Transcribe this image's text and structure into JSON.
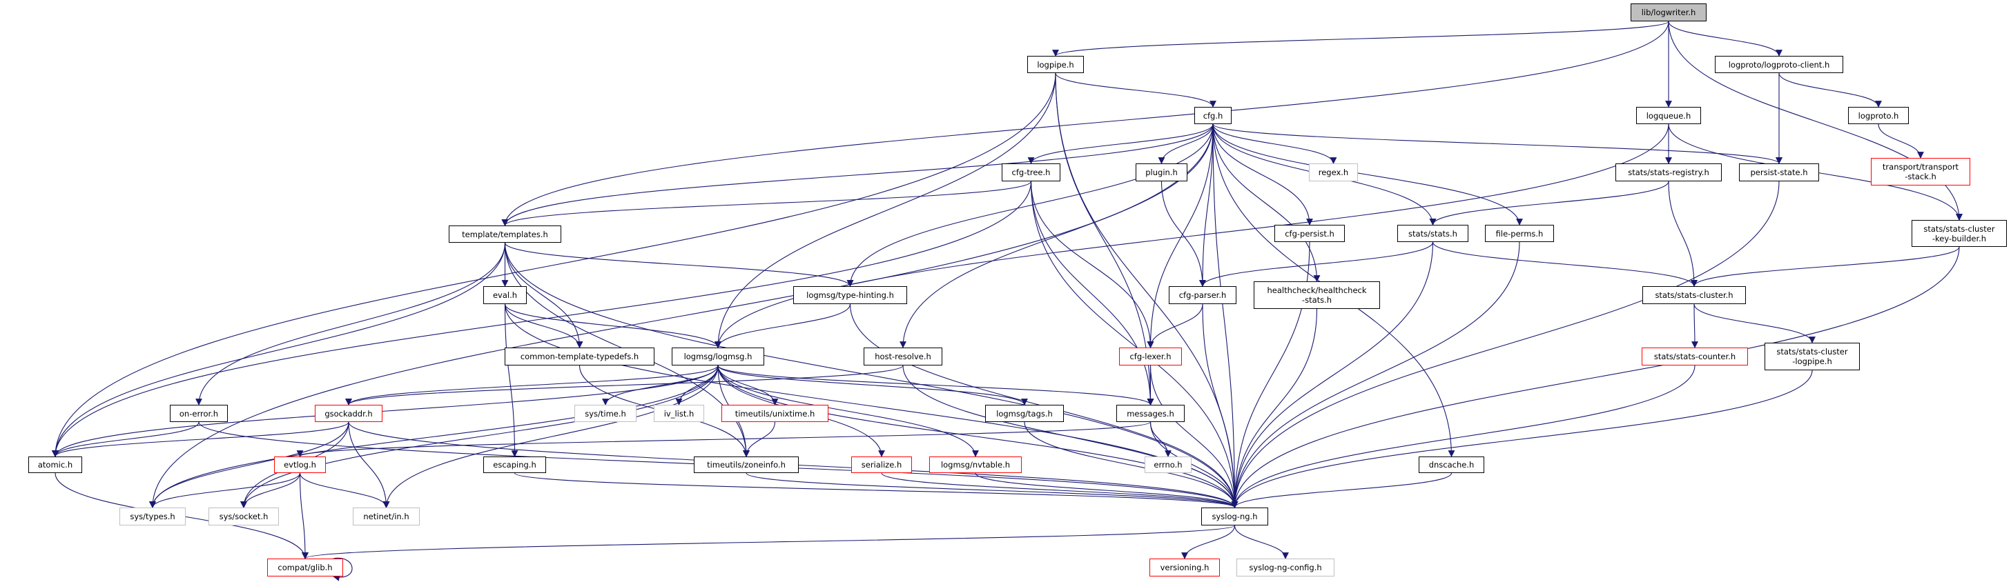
{
  "edge_color": "#191970",
  "colors": {
    "normal_border": "#000000",
    "incomplete_border": "#ff0000",
    "external_border": "#bfbfbf",
    "root_fill": "#bfbfbf"
  },
  "nodes": [
    {
      "id": "logwriter",
      "label": "lib/logwriter.h",
      "style": "root"
    },
    {
      "id": "logpipe",
      "label": "logpipe.h",
      "style": "normal"
    },
    {
      "id": "logproto_client",
      "label": "logproto/logproto-client.h",
      "style": "normal"
    },
    {
      "id": "cfg",
      "label": "cfg.h",
      "style": "normal"
    },
    {
      "id": "logqueue",
      "label": "logqueue.h",
      "style": "normal"
    },
    {
      "id": "logproto",
      "label": "logproto.h",
      "style": "normal"
    },
    {
      "id": "cfg_tree",
      "label": "cfg-tree.h",
      "style": "normal"
    },
    {
      "id": "plugin",
      "label": "plugin.h",
      "style": "normal"
    },
    {
      "id": "regex",
      "label": "regex.h",
      "style": "gray"
    },
    {
      "id": "stats_registry",
      "label": "stats/stats-registry.h",
      "style": "normal"
    },
    {
      "id": "persist_state",
      "label": "persist-state.h",
      "style": "normal"
    },
    {
      "id": "transport_stack",
      "label": "transport/transport\n-stack.h",
      "style": "red"
    },
    {
      "id": "templates",
      "label": "template/templates.h",
      "style": "normal"
    },
    {
      "id": "cfg_persist",
      "label": "cfg-persist.h",
      "style": "normal"
    },
    {
      "id": "stats",
      "label": "stats/stats.h",
      "style": "normal"
    },
    {
      "id": "file_perms",
      "label": "file-perms.h",
      "style": "normal"
    },
    {
      "id": "key_builder",
      "label": "stats/stats-cluster\n-key-builder.h",
      "style": "normal"
    },
    {
      "id": "eval",
      "label": "eval.h",
      "style": "normal"
    },
    {
      "id": "type_hinting",
      "label": "logmsg/type-hinting.h",
      "style": "normal"
    },
    {
      "id": "cfg_parser",
      "label": "cfg-parser.h",
      "style": "normal"
    },
    {
      "id": "healthcheck",
      "label": "healthcheck/healthcheck\n-stats.h",
      "style": "normal"
    },
    {
      "id": "stats_cluster",
      "label": "stats/stats-cluster.h",
      "style": "normal"
    },
    {
      "id": "common_typedefs",
      "label": "common-template-typedefs.h",
      "style": "normal"
    },
    {
      "id": "logmsg",
      "label": "logmsg/logmsg.h",
      "style": "normal"
    },
    {
      "id": "host_resolve",
      "label": "host-resolve.h",
      "style": "normal"
    },
    {
      "id": "cfg_lexer",
      "label": "cfg-lexer.h",
      "style": "red"
    },
    {
      "id": "stats_counter",
      "label": "stats/stats-counter.h",
      "style": "red"
    },
    {
      "id": "cluster_logpipe",
      "label": "stats/stats-cluster\n-logpipe.h",
      "style": "normal"
    },
    {
      "id": "on_error",
      "label": "on-error.h",
      "style": "normal"
    },
    {
      "id": "gsockaddr",
      "label": "gsockaddr.h",
      "style": "red"
    },
    {
      "id": "sys_time",
      "label": "sys/time.h",
      "style": "gray"
    },
    {
      "id": "iv_list",
      "label": "iv_list.h",
      "style": "gray"
    },
    {
      "id": "unixtime",
      "label": "timeutils/unixtime.h",
      "style": "red"
    },
    {
      "id": "tags",
      "label": "logmsg/tags.h",
      "style": "normal"
    },
    {
      "id": "messages",
      "label": "messages.h",
      "style": "normal"
    },
    {
      "id": "atomic",
      "label": "atomic.h",
      "style": "normal"
    },
    {
      "id": "evtlog",
      "label": "evtlog.h",
      "style": "red"
    },
    {
      "id": "escaping",
      "label": "escaping.h",
      "style": "normal"
    },
    {
      "id": "zoneinfo",
      "label": "timeutils/zoneinfo.h",
      "style": "normal"
    },
    {
      "id": "serialize",
      "label": "serialize.h",
      "style": "red"
    },
    {
      "id": "nvtable",
      "label": "logmsg/nvtable.h",
      "style": "red"
    },
    {
      "id": "errno",
      "label": "errno.h",
      "style": "gray"
    },
    {
      "id": "dnscache",
      "label": "dnscache.h",
      "style": "normal"
    },
    {
      "id": "sys_types",
      "label": "sys/types.h",
      "style": "gray"
    },
    {
      "id": "sys_socket",
      "label": "sys/socket.h",
      "style": "gray"
    },
    {
      "id": "netinet",
      "label": "netinet/in.h",
      "style": "gray"
    },
    {
      "id": "syslog_ng",
      "label": "syslog-ng.h",
      "style": "normal"
    },
    {
      "id": "glib",
      "label": "compat/glib.h",
      "style": "red"
    },
    {
      "id": "versioning",
      "label": "versioning.h",
      "style": "red"
    },
    {
      "id": "syslog_ng_config",
      "label": "syslog-ng-config.h",
      "style": "gray"
    }
  ],
  "edges": [
    [
      "logwriter",
      "logpipe"
    ],
    [
      "logwriter",
      "templates"
    ],
    [
      "logwriter",
      "logqueue"
    ],
    [
      "logwriter",
      "logproto_client"
    ],
    [
      "logwriter",
      "key_builder"
    ],
    [
      "logpipe",
      "atomic"
    ],
    [
      "logpipe",
      "logmsg"
    ],
    [
      "logpipe",
      "cfg"
    ],
    [
      "logpipe",
      "messages"
    ],
    [
      "logpipe",
      "syslog_ng"
    ],
    [
      "logproto_client",
      "persist_state"
    ],
    [
      "logproto_client",
      "logproto"
    ],
    [
      "logproto",
      "transport_stack"
    ],
    [
      "logqueue",
      "stats_registry"
    ],
    [
      "logqueue",
      "logmsg"
    ],
    [
      "logqueue",
      "key_builder"
    ],
    [
      "cfg",
      "sys_types"
    ],
    [
      "cfg",
      "templates"
    ],
    [
      "cfg",
      "cfg_tree"
    ],
    [
      "cfg",
      "plugin"
    ],
    [
      "cfg",
      "regex"
    ],
    [
      "cfg",
      "cfg_persist"
    ],
    [
      "cfg",
      "cfg_parser"
    ],
    [
      "cfg",
      "healthcheck"
    ],
    [
      "cfg",
      "stats"
    ],
    [
      "cfg",
      "file_perms"
    ],
    [
      "cfg",
      "dnscache"
    ],
    [
      "cfg",
      "persist_state"
    ],
    [
      "cfg",
      "syslog_ng"
    ],
    [
      "cfg",
      "type_hinting"
    ],
    [
      "cfg",
      "host_resolve"
    ],
    [
      "cfg",
      "cfg_lexer"
    ],
    [
      "cfg_tree",
      "templates"
    ],
    [
      "cfg_tree",
      "atomic"
    ],
    [
      "cfg_tree",
      "cfg_lexer"
    ],
    [
      "cfg_tree",
      "messages"
    ],
    [
      "cfg_tree",
      "syslog_ng"
    ],
    [
      "plugin",
      "cfg_parser"
    ],
    [
      "cfg_persist",
      "syslog_ng"
    ],
    [
      "stats_registry",
      "stats"
    ],
    [
      "stats_registry",
      "stats_cluster"
    ],
    [
      "persist_state",
      "syslog_ng"
    ],
    [
      "stats",
      "cfg_parser"
    ],
    [
      "stats",
      "stats_cluster"
    ],
    [
      "stats",
      "syslog_ng"
    ],
    [
      "file_perms",
      "syslog_ng"
    ],
    [
      "key_builder",
      "stats_cluster"
    ],
    [
      "key_builder",
      "syslog_ng"
    ],
    [
      "templates",
      "eval"
    ],
    [
      "templates",
      "common_typedefs"
    ],
    [
      "templates",
      "type_hinting"
    ],
    [
      "templates",
      "on_error"
    ],
    [
      "templates",
      "atomic"
    ],
    [
      "templates",
      "syslog_ng"
    ],
    [
      "templates",
      "zoneinfo"
    ],
    [
      "eval",
      "common_typedefs"
    ],
    [
      "eval",
      "logmsg"
    ],
    [
      "eval",
      "escaping"
    ],
    [
      "eval",
      "syslog_ng"
    ],
    [
      "common_typedefs",
      "zoneinfo"
    ],
    [
      "type_hinting",
      "logmsg"
    ],
    [
      "type_hinting",
      "syslog_ng"
    ],
    [
      "cfg_parser",
      "cfg_lexer"
    ],
    [
      "cfg_parser",
      "syslog_ng"
    ],
    [
      "healthcheck",
      "syslog_ng"
    ],
    [
      "logmsg",
      "atomic"
    ],
    [
      "logmsg",
      "sys_types"
    ],
    [
      "logmsg",
      "sys_socket"
    ],
    [
      "logmsg",
      "gsockaddr"
    ],
    [
      "logmsg",
      "sys_time"
    ],
    [
      "logmsg",
      "iv_list"
    ],
    [
      "logmsg",
      "unixtime"
    ],
    [
      "logmsg",
      "zoneinfo"
    ],
    [
      "logmsg",
      "serialize"
    ],
    [
      "logmsg",
      "nvtable"
    ],
    [
      "logmsg",
      "tags"
    ],
    [
      "logmsg",
      "messages"
    ],
    [
      "logmsg",
      "syslog_ng"
    ],
    [
      "logmsg",
      "netinet"
    ],
    [
      "host_resolve",
      "gsockaddr"
    ],
    [
      "host_resolve",
      "syslog_ng"
    ],
    [
      "cfg_lexer",
      "messages"
    ],
    [
      "cfg_lexer",
      "syslog_ng"
    ],
    [
      "stats_cluster",
      "stats_counter"
    ],
    [
      "stats_cluster",
      "cluster_logpipe"
    ],
    [
      "stats_counter",
      "syslog_ng"
    ],
    [
      "cluster_logpipe",
      "syslog_ng"
    ],
    [
      "on_error",
      "atomic"
    ],
    [
      "on_error",
      "syslog_ng"
    ],
    [
      "gsockaddr",
      "atomic"
    ],
    [
      "gsockaddr",
      "sys_types"
    ],
    [
      "gsockaddr",
      "sys_socket"
    ],
    [
      "gsockaddr",
      "netinet"
    ],
    [
      "gsockaddr",
      "syslog_ng"
    ],
    [
      "unixtime",
      "zoneinfo"
    ],
    [
      "tags",
      "syslog_ng"
    ],
    [
      "messages",
      "evtlog"
    ],
    [
      "messages",
      "errno"
    ],
    [
      "messages",
      "syslog_ng"
    ],
    [
      "atomic",
      "glib"
    ],
    [
      "evtlog",
      "sys_types"
    ],
    [
      "evtlog",
      "sys_socket"
    ],
    [
      "evtlog",
      "netinet"
    ],
    [
      "evtlog",
      "glib"
    ],
    [
      "escaping",
      "syslog_ng"
    ],
    [
      "zoneinfo",
      "syslog_ng"
    ],
    [
      "serialize",
      "syslog_ng"
    ],
    [
      "nvtable",
      "syslog_ng"
    ],
    [
      "dnscache",
      "syslog_ng"
    ],
    [
      "syslog_ng",
      "glib"
    ],
    [
      "syslog_ng",
      "versioning"
    ],
    [
      "syslog_ng",
      "syslog_ng_config"
    ],
    [
      "glib",
      "glib"
    ]
  ]
}
